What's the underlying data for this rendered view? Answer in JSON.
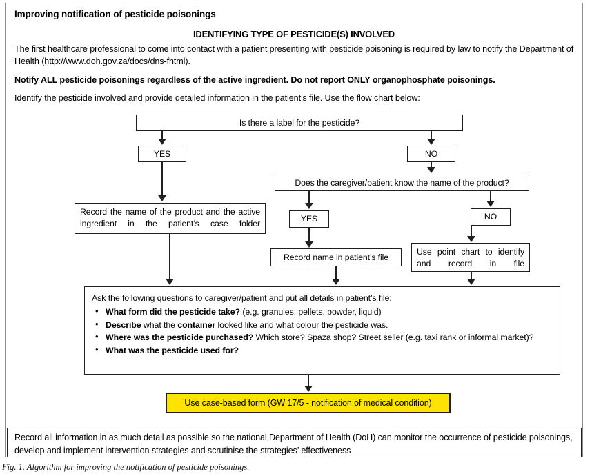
{
  "document": {
    "heading": "Improving notification of pesticide poisonings",
    "section_title": "IDENTIFYING TYPE OF PESTICIDE(S) INVOLVED",
    "paragraph_1": "The first healthcare professional to come into contact with a patient presenting with pesticide poisoning is required by law to notify the Department of Health (http://www.doh.gov.za/docs/dns-fhtml).",
    "paragraph_2": "Notify ALL pesticide poisonings regardless of the active ingredient. Do not report ONLY organophosphate poisonings.",
    "paragraph_3": "Identify the pesticide involved and provide detailed information in the patient’s file. Use the flow chart below:",
    "caption": "Fig. 1. Algorithm for improving the notification of pesticide poisonings."
  },
  "flowchart": {
    "nodes": {
      "question_top": "Is there a label for the pesticide?",
      "yes_1": "YES",
      "no_1": "NO",
      "question_2": "Does the caregiver/patient know the name of the product?",
      "yes_2": "YES",
      "no_2": "NO",
      "record_product": "Record the name of the product and the active ingredient in the patient’s case folder",
      "record_name": "Record name in patient’s file",
      "point_chart": "Use point chart to identify and record in file",
      "ask_intro": "Ask the following questions to caregiver/patient and put all details in patient’s file:",
      "ask_items": [
        {
          "bold": "What form did the pesticide take?",
          "rest": " (e.g. granules, pellets, powder, liquid)"
        },
        {
          "bold": "Describe",
          "rest": " what the ",
          "bold2": "container",
          "rest2": " looked like and what colour the pesticide was."
        },
        {
          "bold": "Where was the pesticide purchased?",
          "rest": " Which store? Spaza shop? Street seller (e.g. taxi rank or informal market)?"
        },
        {
          "bold": "What was the pesticide used for?",
          "rest": ""
        }
      ],
      "final_action": "Use case-based form (GW 17/5 - notification of medical condition)"
    },
    "bottom_note": "Record all information in as much detail as possible so the national Department of Health (DoH) can monitor the occurrence of pesticide poisonings, develop and implement intervention strategies and scrutinise the strategies’ effectiveness",
    "colors": {
      "highlight_fill": "#FCE303",
      "box_border": "#231f20",
      "frame_border": "#8c8c8c"
    }
  }
}
